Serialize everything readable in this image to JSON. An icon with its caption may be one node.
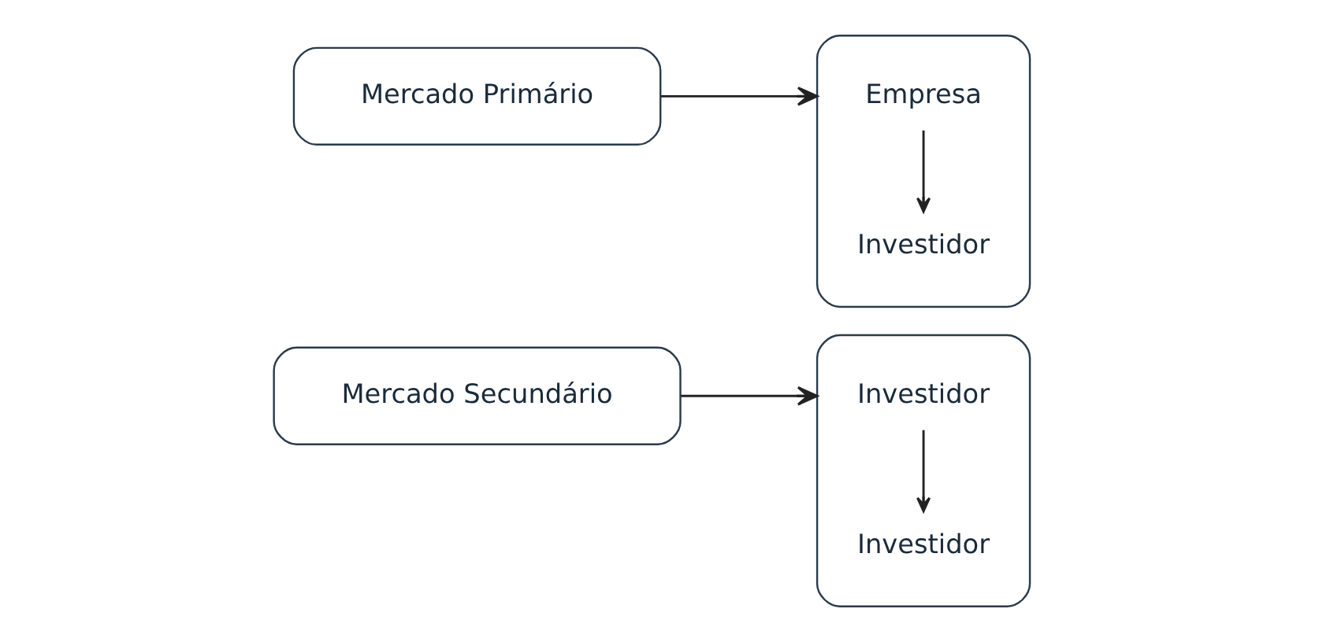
{
  "diagram": {
    "nodes": [
      {
        "text": [
          "Mercado Primário"
        ]
      },
      {
        "text": [],
        "shape": "box"
      },
      {
        "text": [
          "Empresa"
        ],
        "in": 1
      },
      {
        "text": [
          "Investidor"
        ],
        "in": 1
      },
      {
        "text": [
          "Mercado Secundário"
        ]
      },
      {
        "text": [],
        "shape": "box"
      },
      {
        "text": [
          "Investidor"
        ],
        "in": 5
      },
      {
        "text": [
          "Investidor"
        ],
        "in": 5
      }
    ],
    "edges": [
      {
        "from": 0,
        "to": 1,
        "arrow": "to"
      },
      {
        "from": 2,
        "to": 3,
        "arrow": "to"
      },
      {
        "from": 4,
        "to": 5,
        "arrow": "to"
      },
      {
        "from": 6,
        "to": 7,
        "arrow": "to"
      }
    ]
  }
}
